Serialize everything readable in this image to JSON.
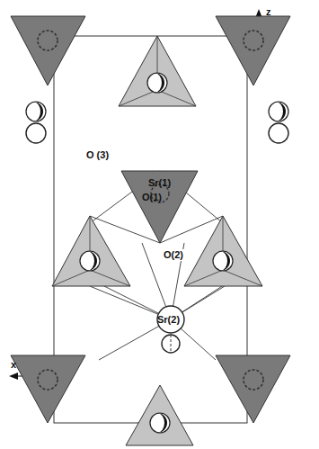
{
  "diagram": {
    "labels": [
      "z",
      "x",
      "O (3)",
      "Sr(1)",
      "O(1)",
      "O(2)",
      "Sr(2)"
    ]
  }
}
